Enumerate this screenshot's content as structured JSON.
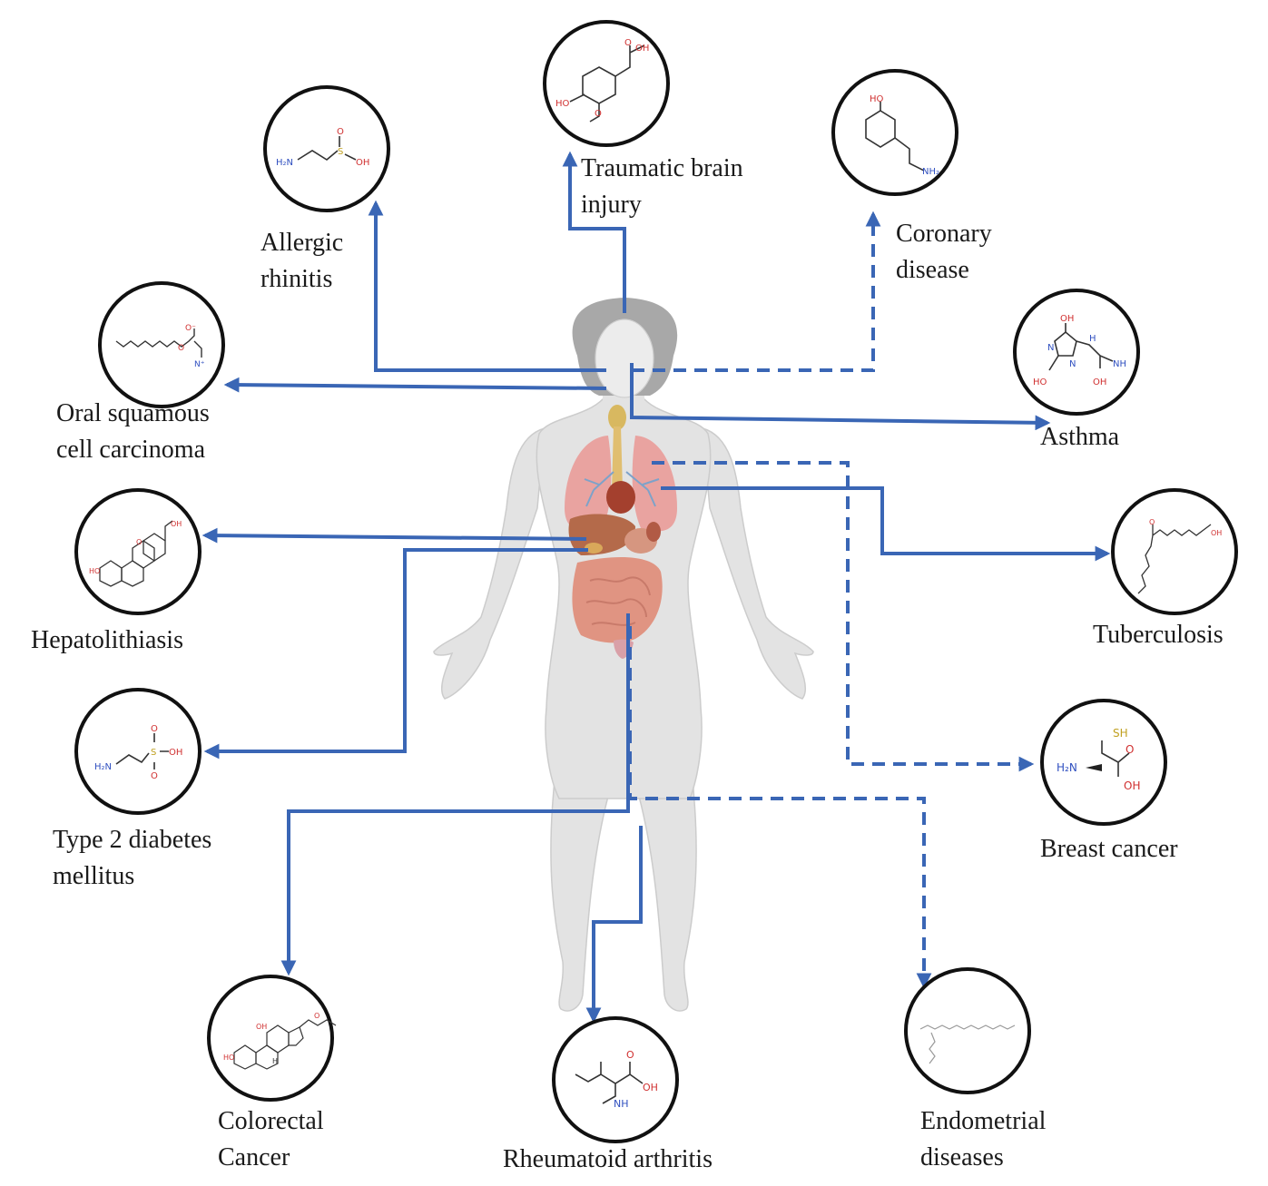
{
  "diseases": {
    "tbi": [
      "Traumatic brain",
      "injury"
    ],
    "allergic": [
      "Allergic",
      "rhinitis"
    ],
    "coronary": [
      "Coronary",
      "disease"
    ],
    "oral": [
      "Oral squamous",
      "cell carcinoma"
    ],
    "asthma": [
      "Asthma"
    ],
    "hepato": [
      "Hepatolithiasis"
    ],
    "tb": [
      "Tuberculosis"
    ],
    "t2dm": [
      "Type 2 diabetes",
      "mellitus"
    ],
    "breast": [
      "Breast cancer"
    ],
    "colorectal": [
      "Colorectal",
      "Cancer"
    ],
    "ra": [
      "Rheumatoid arthritis"
    ],
    "endometrial": [
      "Endometrial",
      "diseases"
    ]
  },
  "molecules": {
    "hva": [
      "OH",
      "O",
      "HO",
      "O"
    ],
    "hypotaurine": [
      "H₂N",
      "O",
      "S",
      "OH"
    ],
    "tyramine": [
      "HO",
      "NH₂"
    ],
    "carnitine": [
      "O⁻",
      "O",
      "N⁺"
    ],
    "asthma_mol": [
      "OH",
      "N",
      "N",
      "H",
      "NH",
      "OH",
      "HO"
    ],
    "triterpene": [
      "OH",
      "O",
      "HO"
    ],
    "tb_mol": [
      "O",
      "OH"
    ],
    "taurine": [
      "H₂N",
      "S",
      "O",
      "O",
      "OH"
    ],
    "cysteine": [
      "SH",
      "H₂N",
      "OH",
      "O"
    ],
    "bile_acid": [
      "HO",
      "OH",
      "H",
      "O"
    ],
    "methylisoleucine": [
      "O",
      "OH",
      "NH"
    ]
  },
  "colors": {
    "arrow": "#3a66b5",
    "circle": "#111111",
    "text": "#1a1a1a",
    "skin": "#e3e3e3",
    "skin_outline": "#c9c9c9"
  }
}
